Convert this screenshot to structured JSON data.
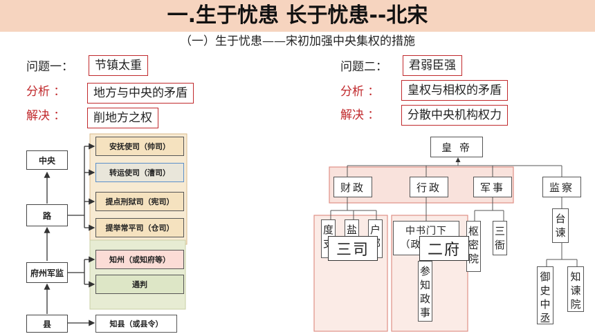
{
  "header": {
    "title": "一.生于忧患 长于忧患--北宋",
    "subtitle": "（一）生于忧患——宋初加强中央集权的措施"
  },
  "problem1": {
    "label": "问题一：",
    "value": "节镇太重",
    "analysis_label": "分析 ：",
    "analysis_value": "地方与中央的矛盾",
    "solution_label": "解决 ：",
    "solution_value": "削地方之权"
  },
  "problem2": {
    "label": "问题二：",
    "value": "君弱臣强",
    "analysis_label": "分析 ：",
    "analysis_value": "皇权与相权的矛盾",
    "solution_label": "解决 ：",
    "solution_value": "分散中央机构权力"
  },
  "local_chart": {
    "levels": [
      "中央",
      "路",
      "府州军监",
      "县"
    ],
    "lu_offices": [
      "安抚使司（帅司）",
      "转运使司（漕司）",
      "提点刑狱司（宪司）",
      "提举常平司（仓司）"
    ],
    "zhou_offices": [
      "知州（或知府等）",
      "通判"
    ],
    "county_office": "知县（或县令）"
  },
  "central_chart": {
    "emperor": "皇 帝",
    "branches": [
      "财政",
      "行政",
      "军事",
      "监察"
    ],
    "finance_offices": [
      "度支",
      "盐铁",
      "户部"
    ],
    "admin_offices": [
      "中书门下（政事堂）",
      "参知政事"
    ],
    "military_offices": [
      "枢密院",
      "三衙"
    ],
    "supervision_offices": [
      "台谏",
      "御史中丞",
      "知谏院"
    ],
    "overlays": [
      "三司",
      "二府"
    ]
  }
}
